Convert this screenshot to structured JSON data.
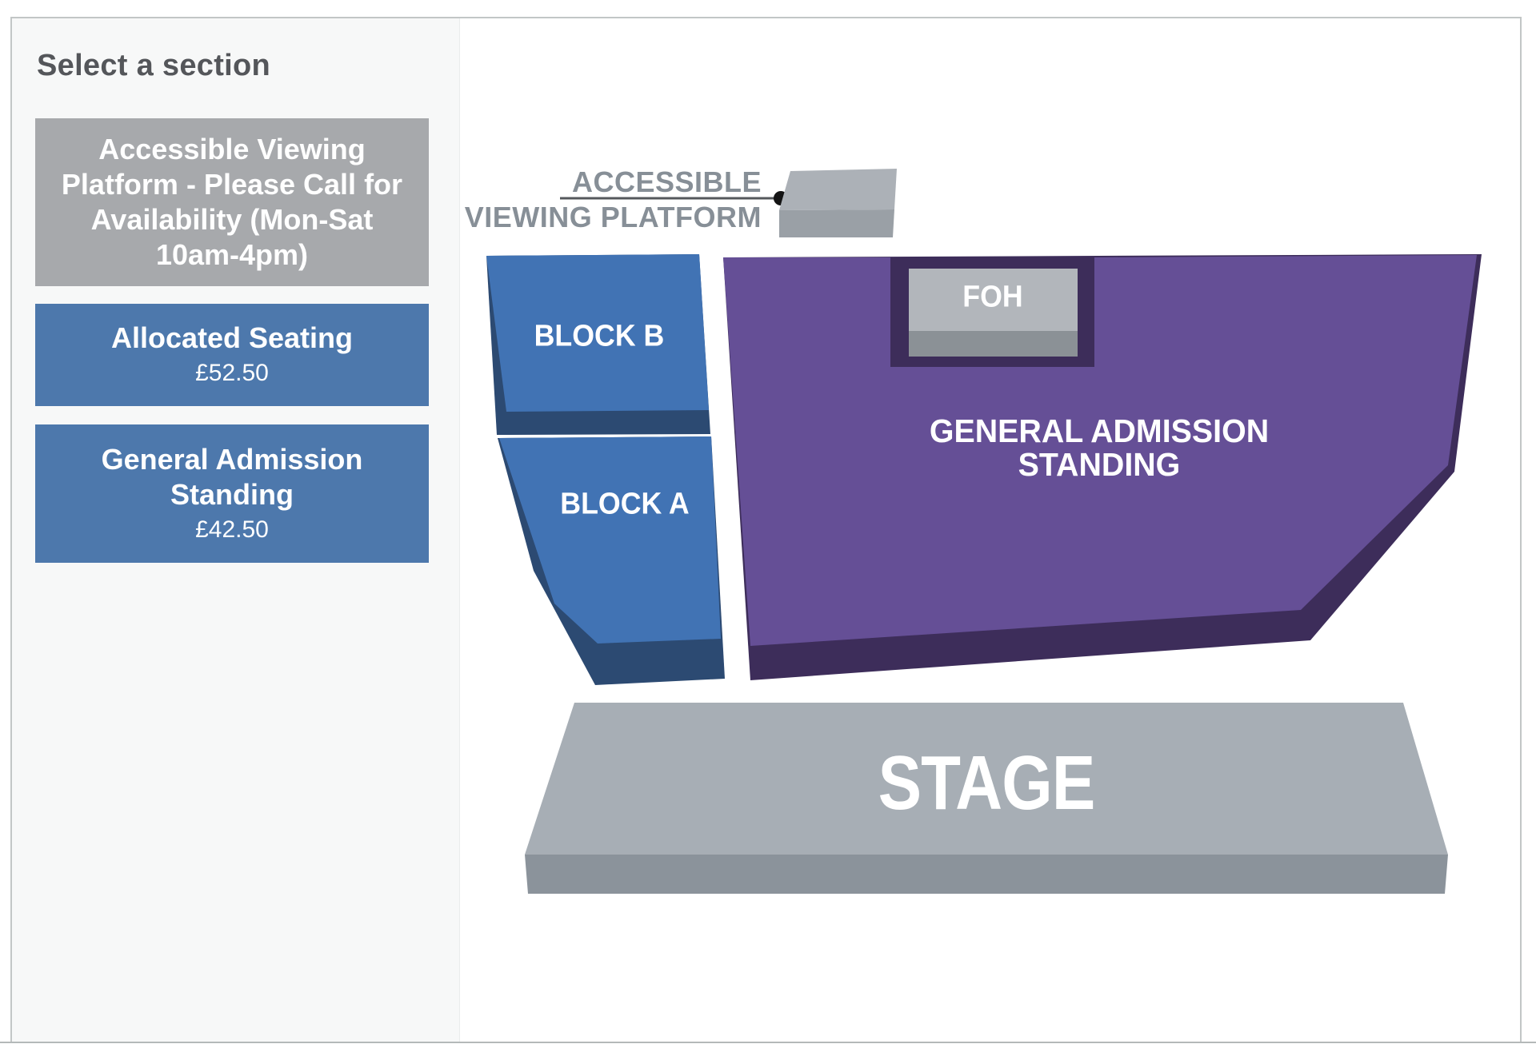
{
  "sidebar": {
    "heading": "Select a section",
    "sections": [
      {
        "label": "Accessible Viewing Platform - Please Call for Availability (Mon-Sat 10am-4pm)",
        "price": "",
        "status": "call-for-availability"
      },
      {
        "label": "Allocated Seating",
        "price": "£52.50",
        "status": "available"
      },
      {
        "label": "General Admission Standing",
        "price": "£42.50",
        "status": "available"
      }
    ]
  },
  "map": {
    "labels": {
      "accessible_line1": "ACCESSIBLE",
      "accessible_line2": "VIEWING PLATFORM",
      "block_b": "BLOCK B",
      "block_a": "BLOCK A",
      "foh": "FOH",
      "ga_line1": "GENERAL ADMISSION",
      "ga_line2": "STANDING",
      "stage": "STAGE"
    }
  },
  "colors": {
    "button_blue": "#4d78ac",
    "button_gray": "#a7a9ac",
    "block_blue": "#4173b4",
    "block_blue_dark": "#2c4a72",
    "ga_purple": "#654f96",
    "ga_purple_dark": "#3d2d5a",
    "foh_gray": "#b2b6bb",
    "foh_gray_dark": "#8b9196",
    "stage_gray": "#a7aeb5",
    "stage_gray_dark": "#8b939b",
    "platform_gray": "#acb1b7",
    "platform_gray_dark": "#9aa0a6",
    "heading_text": "#54565a",
    "map_label_gray": "#878f97"
  }
}
